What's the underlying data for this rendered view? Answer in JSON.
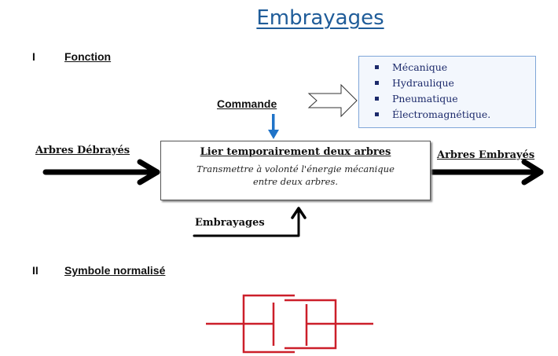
{
  "title": "Embrayages",
  "sections": [
    {
      "number": "I",
      "title": "Fonction"
    },
    {
      "number": "II",
      "title": "Symbole normalisé"
    }
  ],
  "diagram": {
    "command_label": "Commande",
    "command_types": [
      "Mécanique",
      "Hydraulique",
      "Pneumatique",
      "Électromagnétique."
    ],
    "input_label": "Arbres Débrayés",
    "output_label": "Arbres Embrayés",
    "support_label": "Embrayages",
    "function_title": "Lier temporairement deux arbres",
    "function_description_line1": "Transmettre à volonté l'énergie mécanique",
    "function_description_line2": "entre deux arbres."
  },
  "colors": {
    "title": "#1f5c99",
    "command_arrow": "#1f73c8",
    "types_box_border": "#7fa6d8",
    "types_text": "#1c2a6b",
    "symbol": "#cc1f2a"
  }
}
